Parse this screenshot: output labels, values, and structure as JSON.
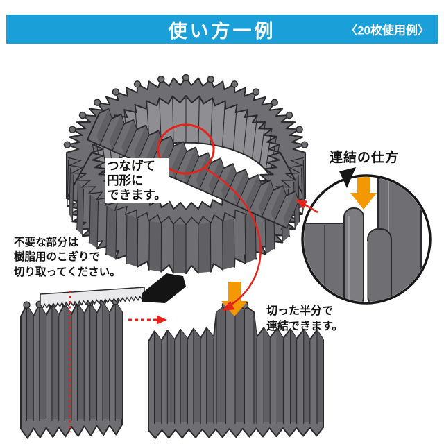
{
  "header": {
    "title": "使い方一例",
    "badge": "〈20枚使用例〉"
  },
  "ring": {
    "caption_lines": [
      "つなげて",
      "円形に",
      "できます。"
    ]
  },
  "connector": {
    "title": "連結の仕方"
  },
  "cut": {
    "note_lines": [
      "不要な部分は",
      "樹脂用のこぎりで",
      "切り取ってください。"
    ]
  },
  "half": {
    "note_lines": [
      "切った半分で",
      "連結できます。"
    ]
  },
  "colors": {
    "header_blue": "#1a9fd9",
    "fence": "#6f6f73",
    "fence_light": "#8f8f93",
    "fence_mid": "#7d7d81",
    "fence_shade": "#606064",
    "line": "#2a2a2d",
    "orange": "#f39800",
    "red": "#e5231b",
    "saw_blade": "#e9e9eb",
    "saw_handle": "#141414",
    "detail_outline": "#161616"
  }
}
